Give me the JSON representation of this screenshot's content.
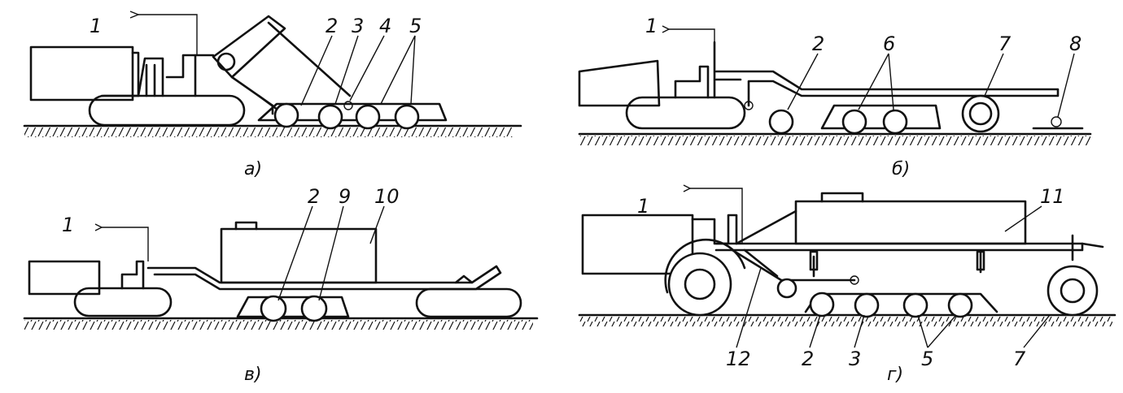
{
  "figure": {
    "panels": [
      {
        "id": "a",
        "label": "а)",
        "callouts": [
          "1",
          "2",
          "3",
          "4",
          "5"
        ]
      },
      {
        "id": "b",
        "label": "б)",
        "callouts": [
          "1",
          "2",
          "6",
          "7",
          "8"
        ]
      },
      {
        "id": "v",
        "label": "в)",
        "callouts": [
          "1",
          "2",
          "9",
          "10"
        ]
      },
      {
        "id": "g",
        "label": "г)",
        "callouts": [
          "1",
          "11",
          "12",
          "2",
          "3",
          "5",
          "7"
        ]
      }
    ]
  }
}
